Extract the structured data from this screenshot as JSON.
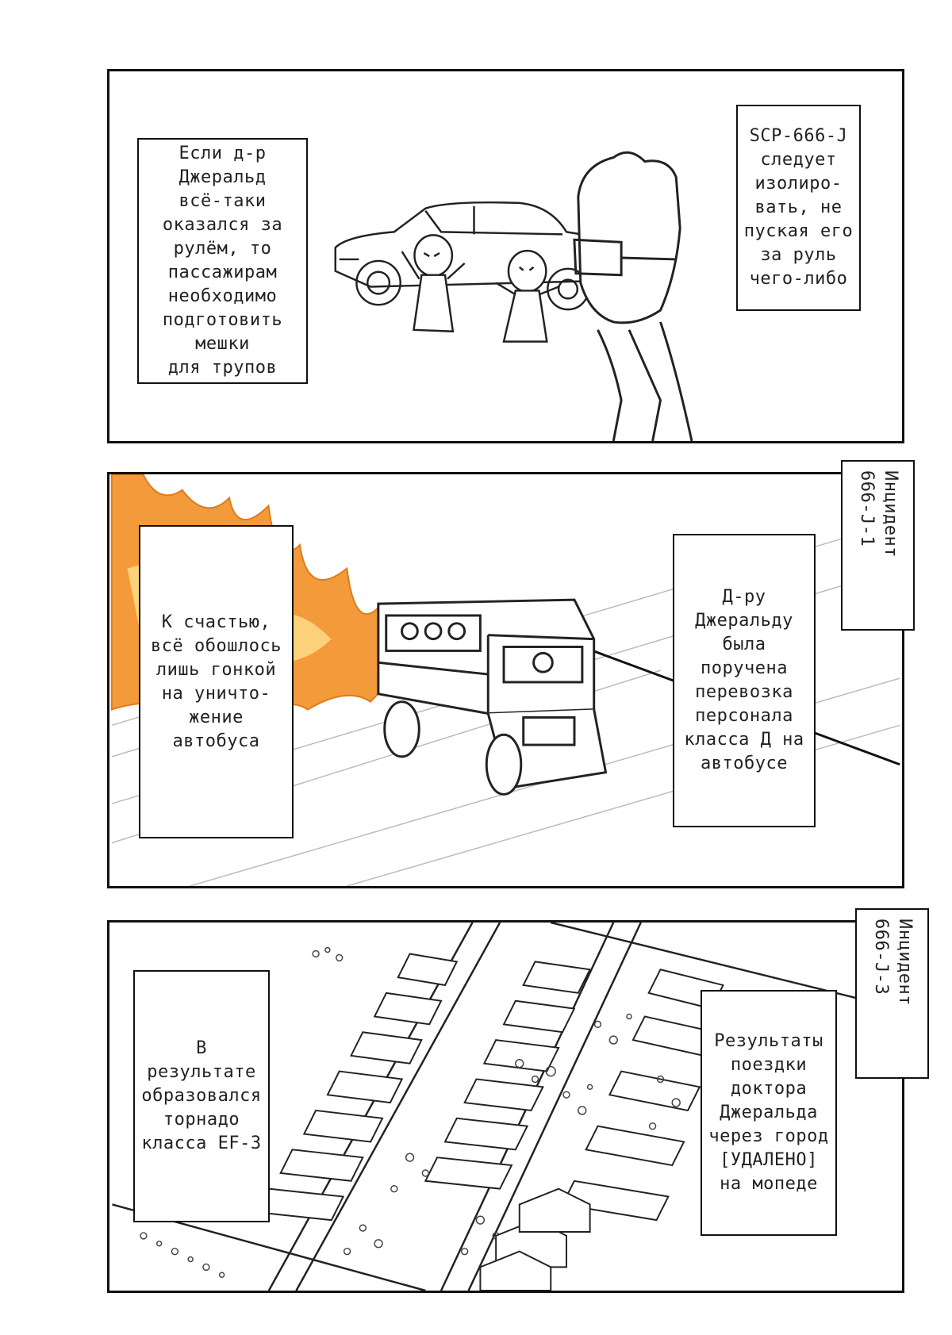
{
  "panels": [
    {
      "captions": {
        "left": "Если д-р\nДжеральд\nвсё-таки\nоказался за\nрулём, то\nпассажирам\nнеобходимо\nподготовить\nмешки\nдля трупов",
        "right": "SCP-666-J\nследует\nизолиро-\nвать, не\nпуская его\nза руль\nчего-либо"
      }
    },
    {
      "tag": "Инцидент\n666-J-1",
      "captions": {
        "left": "К счастью,\nвсё обошлось\nлишь гонкой\nна уничто-\nжение\nавтобуса",
        "right": "Д-ру\nДжеральду\nбыла\nпоручена\nперевозка\nперсонала\nкласса Д на\nавтобусе"
      }
    },
    {
      "tag": "Инцидент\n666-J-3",
      "captions": {
        "left": "В\nрезультате\nобразовался\nторнадо\nкласса EF-3",
        "right": "Результаты\nпоездки\nдоктора\nДжеральда\nчерез город\n[УДАЛЕНО]\nна мопеде"
      }
    }
  ],
  "colors": {
    "ink": "#111111",
    "fire_orange": "#f39a3a",
    "fire_light": "#fbd27a"
  }
}
